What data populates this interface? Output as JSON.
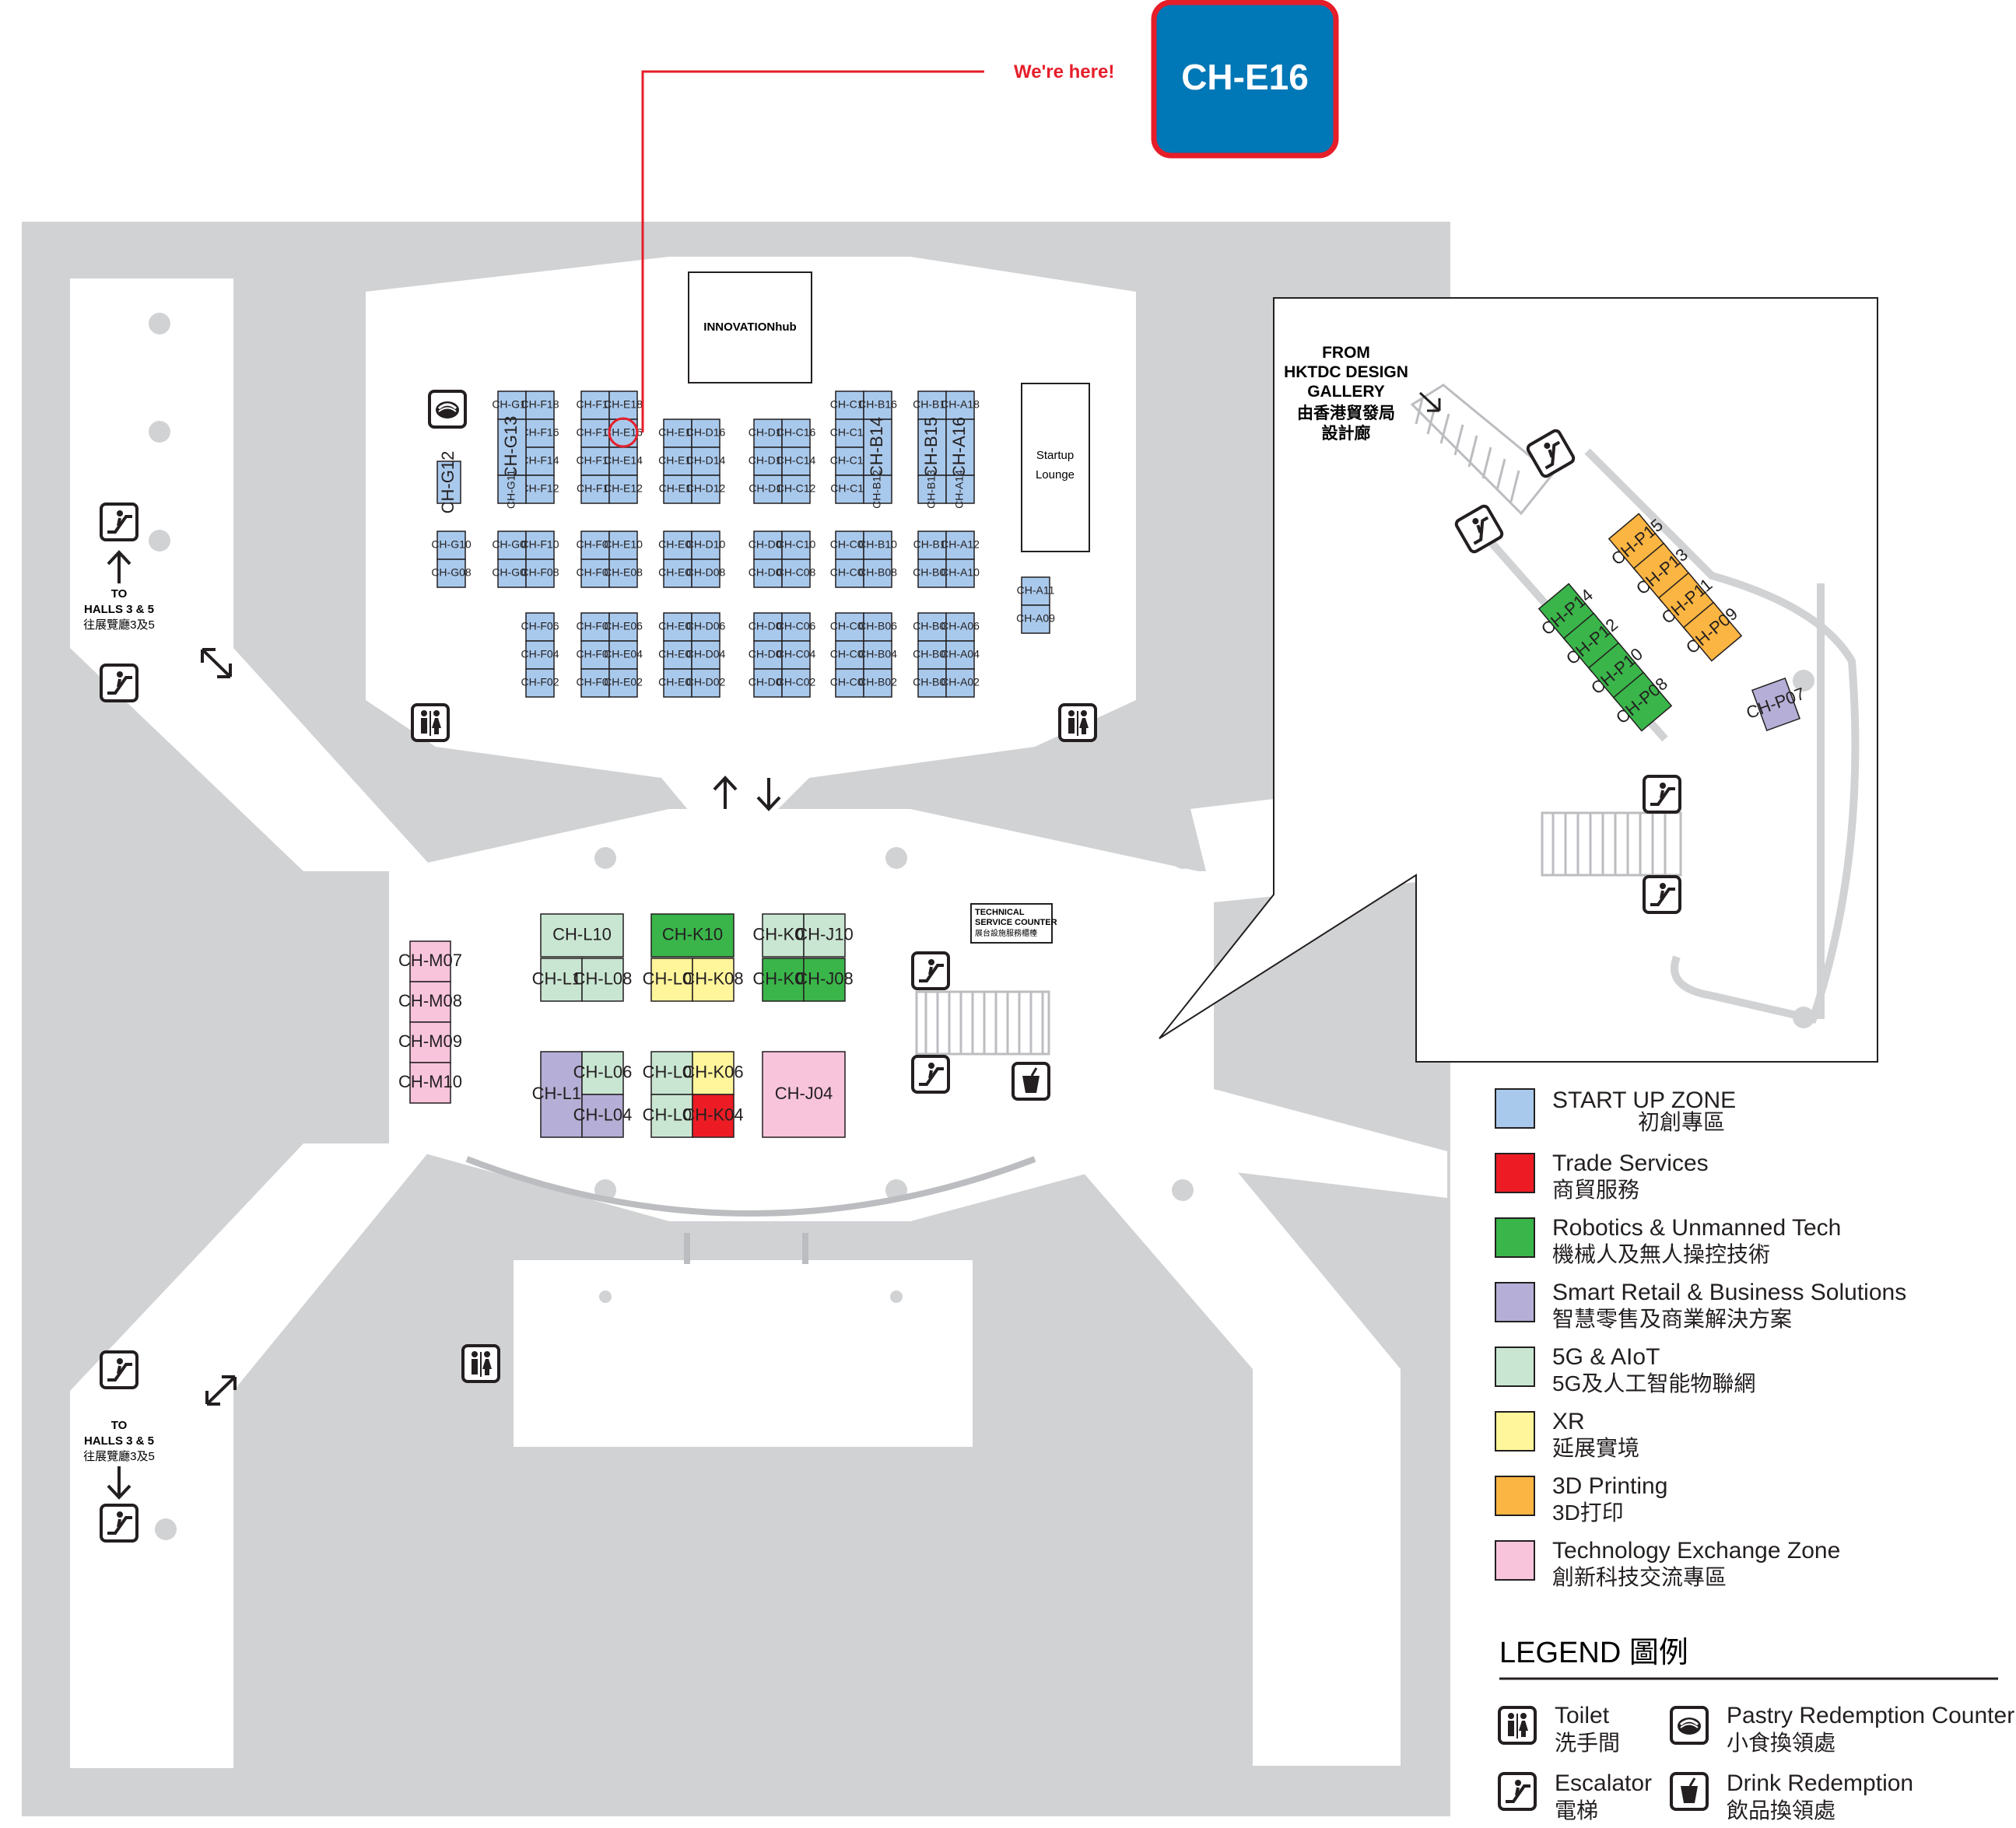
{
  "callout": {
    "label": "We're here!",
    "booth": "CH-E16"
  },
  "innovation_hub": "INNOVATIONhub",
  "startup_lounge": [
    "Startup",
    "Lounge"
  ],
  "technical_counter": [
    "TECHNICAL",
    "SERVICE COUNTER",
    "展台設施服務櫃檯"
  ],
  "to_halls_top": [
    "TO",
    "HALLS 3 & 5",
    "往展覽廳3及5"
  ],
  "to_halls_bottom": [
    "TO",
    "HALLS 3 & 5",
    "往展覽廳3及5"
  ],
  "from_gallery": [
    "FROM",
    "HKTDC DESIGN",
    "GALLERY",
    "由香港貿發局",
    "設計廊"
  ],
  "colors": {
    "startup": "#a9c9ec",
    "trade": "#ed1c24",
    "robotics": "#3ab54a",
    "smart_retail": "#b5aed6",
    "fiveg": "#c9e6d2",
    "xr": "#fff59a",
    "printing": "#fbb542",
    "tech_exchange": "#f8c4dc",
    "floor": "#d1d2d4",
    "callout_blue": "#0077b6",
    "callout_red": "#e61e2a"
  },
  "booths": [
    {
      "id": "CH-G15",
      "zone": "startup"
    },
    {
      "id": "CH-F18",
      "zone": "startup"
    },
    {
      "id": "CH-F16",
      "zone": "startup"
    },
    {
      "id": "CH-F14",
      "zone": "startup"
    },
    {
      "id": "CH-F12",
      "zone": "startup"
    },
    {
      "id": "CH-G13",
      "zone": "startup"
    },
    {
      "id": "CH-G11",
      "zone": "startup"
    },
    {
      "id": "CH-G12",
      "zone": "startup"
    },
    {
      "id": "CH-F17",
      "zone": "startup"
    },
    {
      "id": "CH-E18",
      "zone": "startup"
    },
    {
      "id": "CH-F15",
      "zone": "startup"
    },
    {
      "id": "CH-E16",
      "zone": "startup"
    },
    {
      "id": "CH-F13",
      "zone": "startup"
    },
    {
      "id": "CH-E14",
      "zone": "startup"
    },
    {
      "id": "CH-F11",
      "zone": "startup"
    },
    {
      "id": "CH-E12",
      "zone": "startup"
    },
    {
      "id": "CH-E15",
      "zone": "startup"
    },
    {
      "id": "CH-D16",
      "zone": "startup"
    },
    {
      "id": "CH-E13",
      "zone": "startup"
    },
    {
      "id": "CH-D14",
      "zone": "startup"
    },
    {
      "id": "CH-E11",
      "zone": "startup"
    },
    {
      "id": "CH-D12",
      "zone": "startup"
    },
    {
      "id": "CH-D15",
      "zone": "startup"
    },
    {
      "id": "CH-C16",
      "zone": "startup"
    },
    {
      "id": "CH-D13",
      "zone": "startup"
    },
    {
      "id": "CH-C14",
      "zone": "startup"
    },
    {
      "id": "CH-D11",
      "zone": "startup"
    },
    {
      "id": "CH-C12",
      "zone": "startup"
    },
    {
      "id": "CH-C17",
      "zone": "startup"
    },
    {
      "id": "CH-B16",
      "zone": "startup"
    },
    {
      "id": "CH-C15",
      "zone": "startup"
    },
    {
      "id": "CH-C13",
      "zone": "startup"
    },
    {
      "id": "CH-C11",
      "zone": "startup"
    },
    {
      "id": "CH-B14",
      "zone": "startup"
    },
    {
      "id": "CH-B12",
      "zone": "startup"
    },
    {
      "id": "CH-B17",
      "zone": "startup"
    },
    {
      "id": "CH-A18",
      "zone": "startup"
    },
    {
      "id": "CH-B15",
      "zone": "startup"
    },
    {
      "id": "CH-B13",
      "zone": "startup"
    },
    {
      "id": "CH-A16",
      "zone": "startup"
    },
    {
      "id": "CH-A14",
      "zone": "startup"
    },
    {
      "id": "CH-G10",
      "zone": "startup"
    },
    {
      "id": "CH-G08",
      "zone": "startup"
    },
    {
      "id": "CH-G09",
      "zone": "startup"
    },
    {
      "id": "CH-F10",
      "zone": "startup"
    },
    {
      "id": "CH-G07",
      "zone": "startup"
    },
    {
      "id": "CH-F08",
      "zone": "startup"
    },
    {
      "id": "CH-F09",
      "zone": "startup"
    },
    {
      "id": "CH-E10",
      "zone": "startup"
    },
    {
      "id": "CH-F07",
      "zone": "startup"
    },
    {
      "id": "CH-E08",
      "zone": "startup"
    },
    {
      "id": "CH-E09",
      "zone": "startup"
    },
    {
      "id": "CH-D10",
      "zone": "startup"
    },
    {
      "id": "CH-E07",
      "zone": "startup"
    },
    {
      "id": "CH-D08",
      "zone": "startup"
    },
    {
      "id": "CH-D09",
      "zone": "startup"
    },
    {
      "id": "CH-C10",
      "zone": "startup"
    },
    {
      "id": "CH-D07",
      "zone": "startup"
    },
    {
      "id": "CH-C08",
      "zone": "startup"
    },
    {
      "id": "CH-C09",
      "zone": "startup"
    },
    {
      "id": "CH-B10",
      "zone": "startup"
    },
    {
      "id": "CH-C07",
      "zone": "startup"
    },
    {
      "id": "CH-B08",
      "zone": "startup"
    },
    {
      "id": "CH-B11",
      "zone": "startup"
    },
    {
      "id": "CH-A12",
      "zone": "startup"
    },
    {
      "id": "CH-B09",
      "zone": "startup"
    },
    {
      "id": "CH-A10",
      "zone": "startup"
    },
    {
      "id": "CH-A11",
      "zone": "startup"
    },
    {
      "id": "CH-A09",
      "zone": "startup"
    },
    {
      "id": "CH-F06",
      "zone": "startup"
    },
    {
      "id": "CH-F04",
      "zone": "startup"
    },
    {
      "id": "CH-F02",
      "zone": "startup"
    },
    {
      "id": "CH-F05",
      "zone": "startup"
    },
    {
      "id": "CH-E06",
      "zone": "startup"
    },
    {
      "id": "CH-F03",
      "zone": "startup"
    },
    {
      "id": "CH-E04",
      "zone": "startup"
    },
    {
      "id": "CH-F01",
      "zone": "startup"
    },
    {
      "id": "CH-E02",
      "zone": "startup"
    },
    {
      "id": "CH-E05",
      "zone": "startup"
    },
    {
      "id": "CH-D06",
      "zone": "startup"
    },
    {
      "id": "CH-E03",
      "zone": "startup"
    },
    {
      "id": "CH-D04",
      "zone": "startup"
    },
    {
      "id": "CH-E01",
      "zone": "startup"
    },
    {
      "id": "CH-D02",
      "zone": "startup"
    },
    {
      "id": "CH-D05",
      "zone": "startup"
    },
    {
      "id": "CH-C06",
      "zone": "startup"
    },
    {
      "id": "CH-D03",
      "zone": "startup"
    },
    {
      "id": "CH-C04",
      "zone": "startup"
    },
    {
      "id": "CH-D01",
      "zone": "startup"
    },
    {
      "id": "CH-C02",
      "zone": "startup"
    },
    {
      "id": "CH-C05",
      "zone": "startup"
    },
    {
      "id": "CH-B06",
      "zone": "startup"
    },
    {
      "id": "CH-C03",
      "zone": "startup"
    },
    {
      "id": "CH-B04",
      "zone": "startup"
    },
    {
      "id": "CH-C01",
      "zone": "startup"
    },
    {
      "id": "CH-B02",
      "zone": "startup"
    },
    {
      "id": "CH-B05",
      "zone": "startup"
    },
    {
      "id": "CH-A06",
      "zone": "startup"
    },
    {
      "id": "CH-B03",
      "zone": "startup"
    },
    {
      "id": "CH-A04",
      "zone": "startup"
    },
    {
      "id": "CH-B01",
      "zone": "startup"
    },
    {
      "id": "CH-A02",
      "zone": "startup"
    },
    {
      "id": "CH-L10",
      "zone": "fiveg"
    },
    {
      "id": "CH-L17",
      "zone": "fiveg"
    },
    {
      "id": "CH-L08",
      "zone": "fiveg"
    },
    {
      "id": "CH-K10",
      "zone": "robotics"
    },
    {
      "id": "CH-L07",
      "zone": "xr"
    },
    {
      "id": "CH-K08",
      "zone": "xr"
    },
    {
      "id": "CH-K09",
      "zone": "fiveg"
    },
    {
      "id": "CH-J10",
      "zone": "fiveg"
    },
    {
      "id": "CH-K07",
      "zone": "robotics"
    },
    {
      "id": "CH-J08",
      "zone": "robotics"
    },
    {
      "id": "CH-L13",
      "zone": "smart_retail"
    },
    {
      "id": "CH-L06",
      "zone": "fiveg"
    },
    {
      "id": "CH-L04",
      "zone": "smart_retail"
    },
    {
      "id": "CH-L05",
      "zone": "fiveg"
    },
    {
      "id": "CH-K06",
      "zone": "xr"
    },
    {
      "id": "CH-L03",
      "zone": "fiveg"
    },
    {
      "id": "CH-K04",
      "zone": "trade"
    },
    {
      "id": "CH-J04",
      "zone": "tech_exchange"
    },
    {
      "id": "CH-M07",
      "zone": "tech_exchange"
    },
    {
      "id": "CH-M08",
      "zone": "tech_exchange"
    },
    {
      "id": "CH-M09",
      "zone": "tech_exchange"
    },
    {
      "id": "CH-M10",
      "zone": "tech_exchange"
    },
    {
      "id": "CH-P15",
      "zone": "printing"
    },
    {
      "id": "CH-P13",
      "zone": "printing"
    },
    {
      "id": "CH-P11",
      "zone": "printing"
    },
    {
      "id": "CH-P09",
      "zone": "printing"
    },
    {
      "id": "CH-P14",
      "zone": "robotics"
    },
    {
      "id": "CH-P12",
      "zone": "robotics"
    },
    {
      "id": "CH-P10",
      "zone": "robotics"
    },
    {
      "id": "CH-P08",
      "zone": "robotics"
    },
    {
      "id": "CH-P07",
      "zone": "smart_retail"
    }
  ],
  "legend": {
    "title": "LEGEND 圖例",
    "zones": [
      {
        "key": "startup",
        "en": "START UP ZONE",
        "zh": "初創專區"
      },
      {
        "key": "trade",
        "en": "Trade Services",
        "zh": "商貿服務"
      },
      {
        "key": "robotics",
        "en": "Robotics & Unmanned Tech",
        "zh": "機械人及無人操控技術"
      },
      {
        "key": "smart_retail",
        "en": "Smart Retail & Business Solutions",
        "zh": "智慧零售及商業解決方案"
      },
      {
        "key": "fiveg",
        "en": "5G & AIoT",
        "zh": "5G及人工智能物聯網"
      },
      {
        "key": "xr",
        "en": "XR",
        "zh": "延展實境"
      },
      {
        "key": "printing",
        "en": "3D Printing",
        "zh": "3D打印"
      },
      {
        "key": "tech_exchange",
        "en": "Technology Exchange Zone",
        "zh": "創新科技交流專區"
      }
    ],
    "facilities": [
      {
        "icon": "toilet-icon",
        "en": "Toilet",
        "zh": "洗手間"
      },
      {
        "icon": "pastry-icon",
        "en": "Pastry Redemption Counter",
        "zh": "小食換領處"
      },
      {
        "icon": "escalator-icon",
        "en": "Escalator",
        "zh": "電梯"
      },
      {
        "icon": "drink-icon",
        "en": "Drink Redemption",
        "zh": "飲品換領處"
      }
    ]
  }
}
